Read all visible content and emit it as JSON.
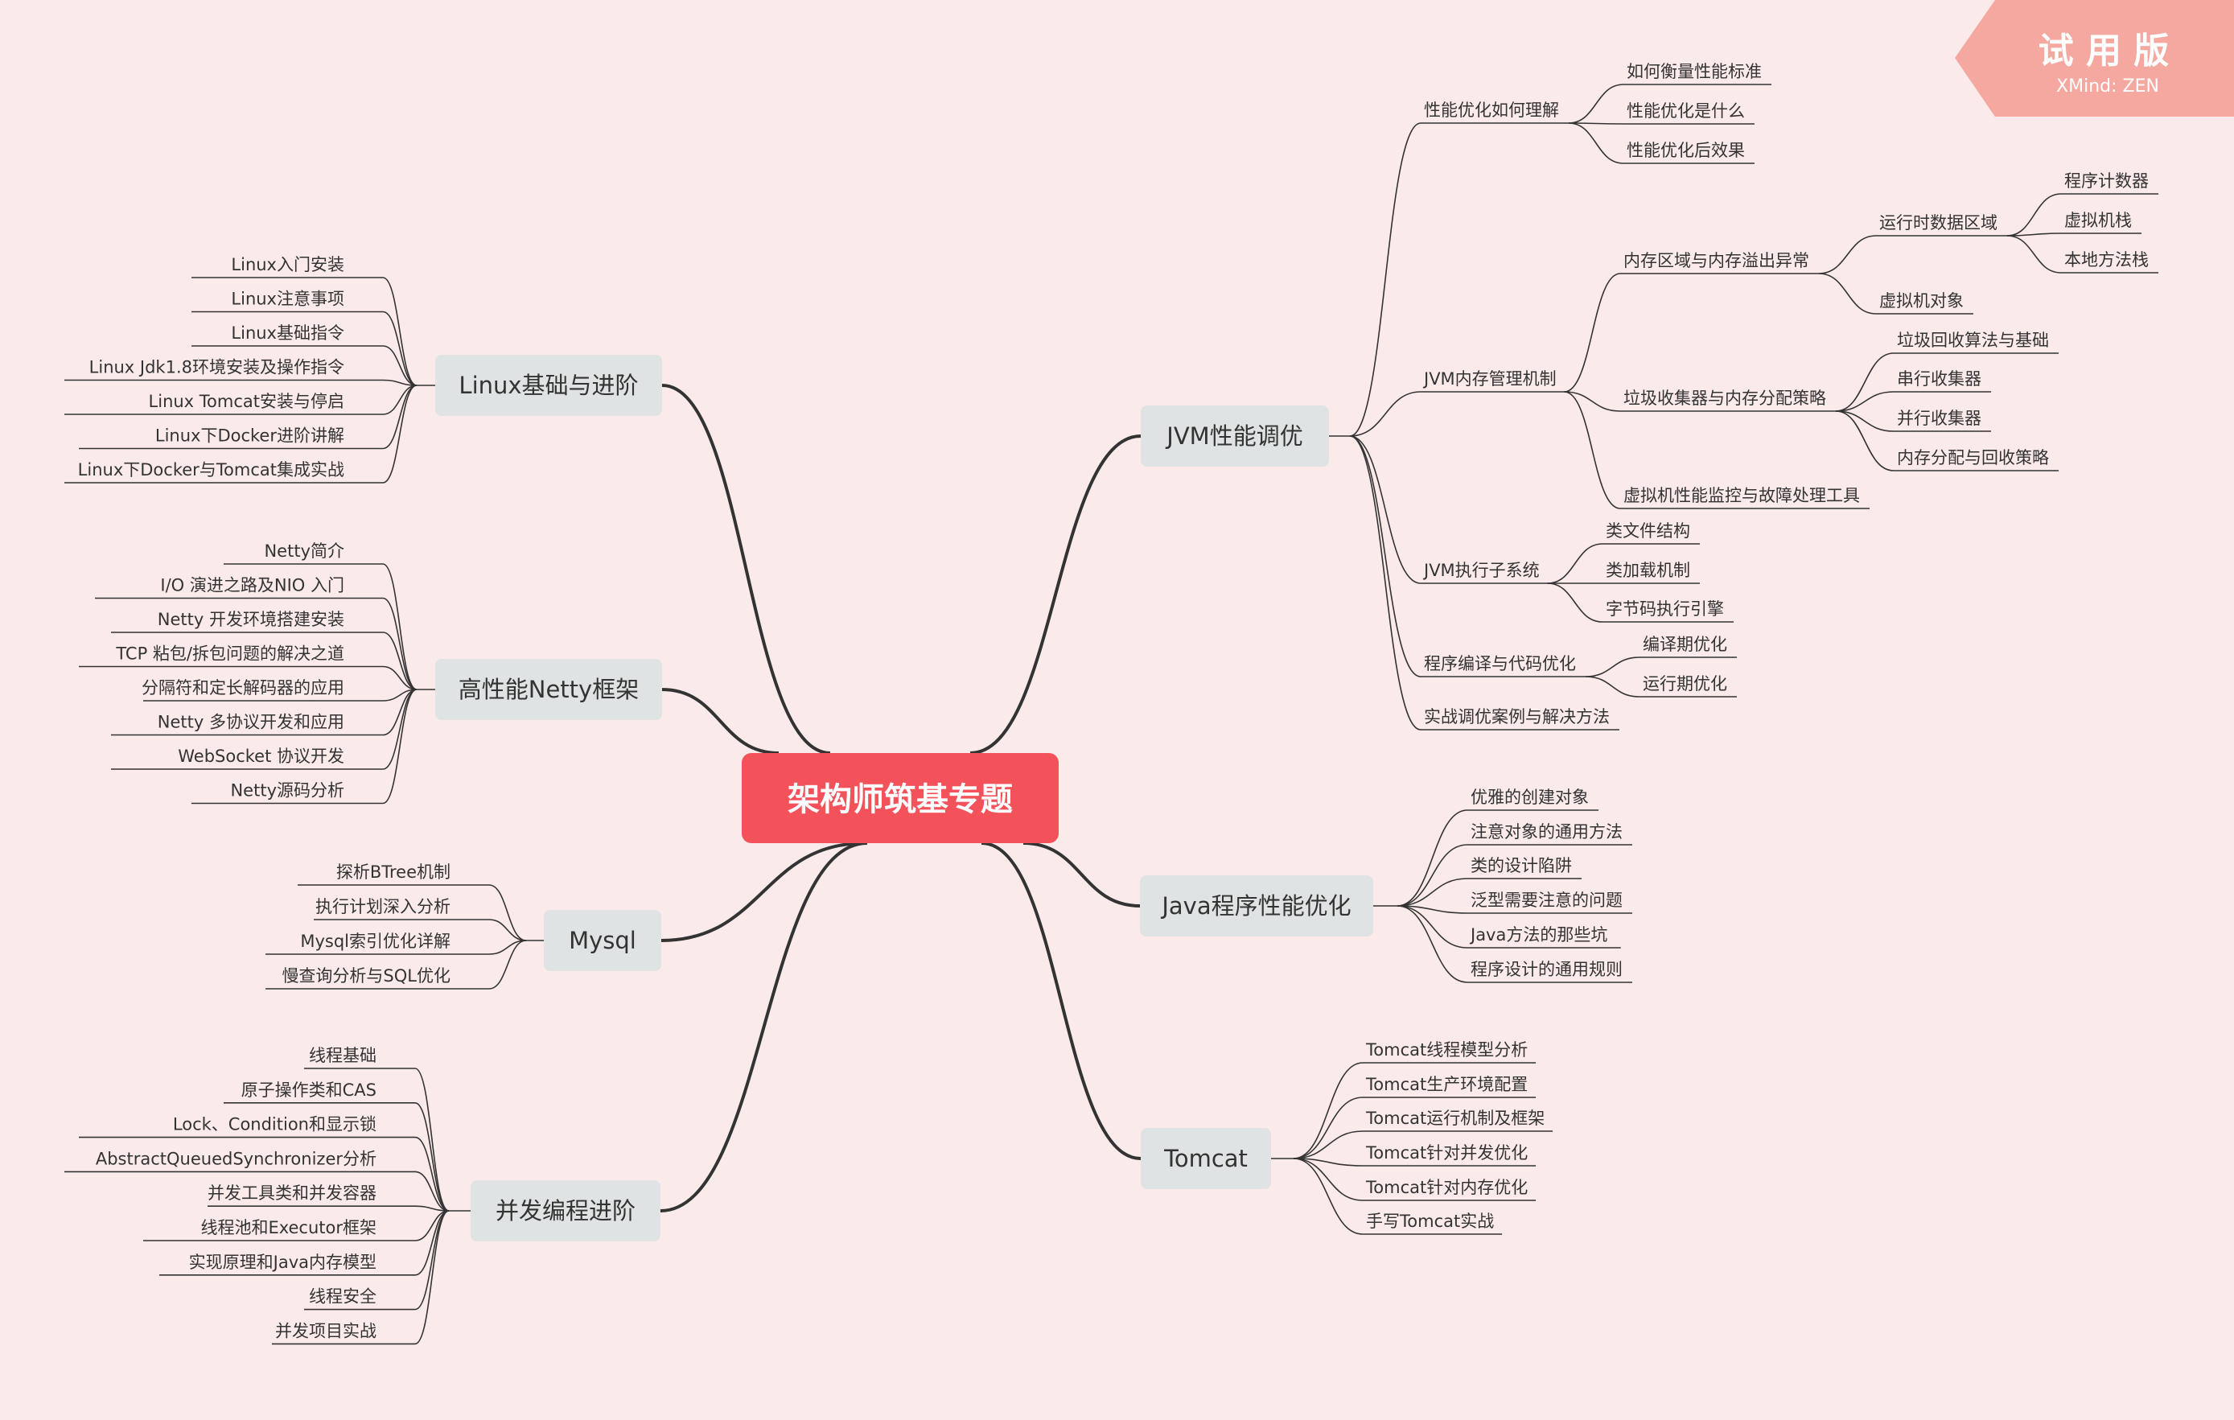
{
  "watermark": {
    "title": "试 用 版",
    "subtitle": "XMind: ZEN"
  },
  "colors": {
    "background": "#fbeaea",
    "root_fill": "#f4525b",
    "main_fill": "#dfe3e3",
    "line": "#333333",
    "watermark_fill": "#f5a8a0"
  },
  "root": "架构师筑基专题",
  "left_branches": [
    {
      "title": "Linux基础与进阶",
      "items": [
        "Linux入门安装",
        "Linux注意事项",
        "Linux基础指令",
        "Linux Jdk1.8环境安装及操作指令",
        "Linux Tomcat安装与停启",
        "Linux下Docker进阶讲解",
        "Linux下Docker与Tomcat集成实战"
      ]
    },
    {
      "title": "高性能Netty框架",
      "items": [
        "Netty简介",
        "I/O 演进之路及NIO 入门",
        "Netty 开发环境搭建安装",
        "TCP 粘包/拆包问题的解决之道",
        "分隔符和定长解码器的应用",
        "Netty 多协议开发和应用",
        "WebSocket 协议开发",
        "Netty源码分析"
      ]
    },
    {
      "title": "Mysql",
      "items": [
        "探析BTree机制",
        "执行计划深入分析",
        "Mysql索引优化详解",
        "慢查询分析与SQL优化"
      ]
    },
    {
      "title": "并发编程进阶",
      "items": [
        "线程基础",
        "原子操作类和CAS",
        "Lock、Condition和显示锁",
        "AbstractQueuedSynchronizer分析",
        "并发工具类和并发容器",
        "线程池和Executor框架",
        "实现原理和Java内存模型",
        "线程安全",
        "并发项目实战"
      ]
    }
  ],
  "right_branches": [
    {
      "title": "JVM性能调优",
      "children": [
        {
          "title": "性能优化如何理解",
          "children": [
            {
              "title": "如何衡量性能标准"
            },
            {
              "title": "性能优化是什么"
            },
            {
              "title": "性能优化后效果"
            }
          ]
        },
        {
          "title": "JVM内存管理机制",
          "children": [
            {
              "title": "内存区域与内存溢出异常",
              "children": [
                {
                  "title": "运行时数据区域",
                  "children": [
                    {
                      "title": "程序计数器"
                    },
                    {
                      "title": "虚拟机栈"
                    },
                    {
                      "title": "本地方法栈"
                    }
                  ]
                },
                {
                  "title": "虚拟机对象"
                }
              ]
            },
            {
              "title": "垃圾收集器与内存分配策略",
              "children": [
                {
                  "title": "垃圾回收算法与基础"
                },
                {
                  "title": "串行收集器"
                },
                {
                  "title": "并行收集器"
                },
                {
                  "title": "内存分配与回收策略"
                }
              ]
            },
            {
              "title": "虚拟机性能监控与故障处理工具"
            }
          ]
        },
        {
          "title": "JVM执行子系统",
          "children": [
            {
              "title": "类文件结构"
            },
            {
              "title": "类加载机制"
            },
            {
              "title": "字节码执行引擎"
            }
          ]
        },
        {
          "title": "程序编译与代码优化",
          "children": [
            {
              "title": "编译期优化"
            },
            {
              "title": "运行期优化"
            }
          ]
        },
        {
          "title": "实战调优案例与解决方法"
        }
      ]
    },
    {
      "title": "Java程序性能优化",
      "children": [
        {
          "title": "优雅的创建对象"
        },
        {
          "title": "注意对象的通用方法"
        },
        {
          "title": "类的设计陷阱"
        },
        {
          "title": "泛型需要注意的问题"
        },
        {
          "title": "Java方法的那些坑"
        },
        {
          "title": "程序设计的通用规则"
        }
      ]
    },
    {
      "title": "Tomcat",
      "children": [
        {
          "title": "Tomcat线程模型分析"
        },
        {
          "title": "Tomcat生产环境配置"
        },
        {
          "title": "Tomcat运行机制及框架"
        },
        {
          "title": "Tomcat针对并发优化"
        },
        {
          "title": "Tomcat针对内存优化"
        },
        {
          "title": "手写Tomcat实战"
        }
      ]
    }
  ]
}
